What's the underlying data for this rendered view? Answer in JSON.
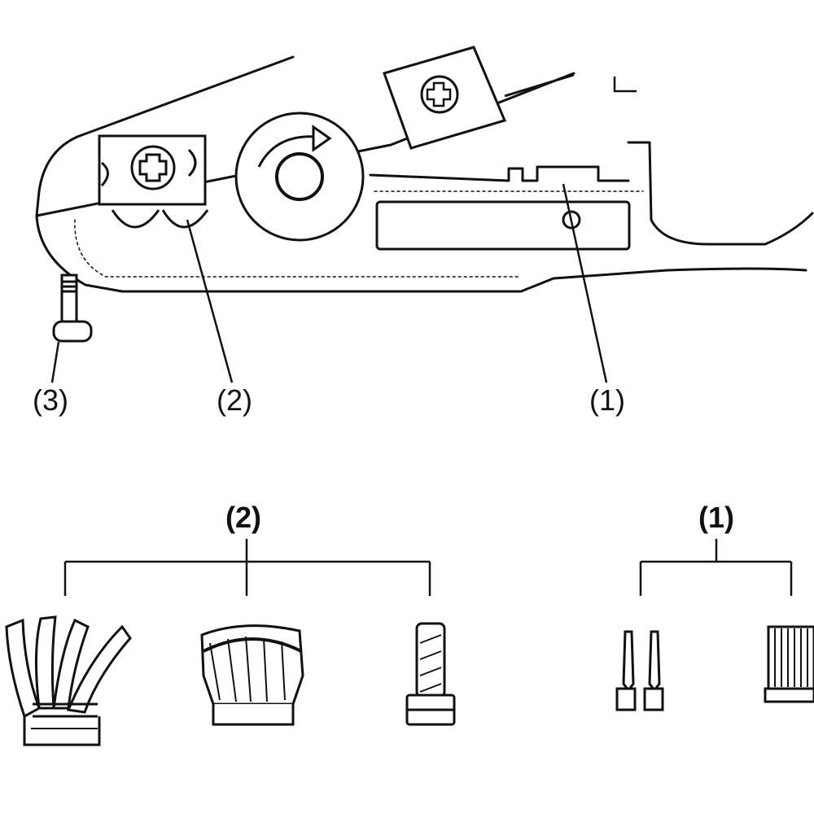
{
  "callouts": {
    "part_1": "(1)",
    "part_2": "(2)",
    "part_3": "(3)"
  },
  "groups": {
    "group_2": "(2)",
    "group_1": "(1)"
  },
  "colors": {
    "line": "#111111",
    "background": "#ffffff"
  }
}
